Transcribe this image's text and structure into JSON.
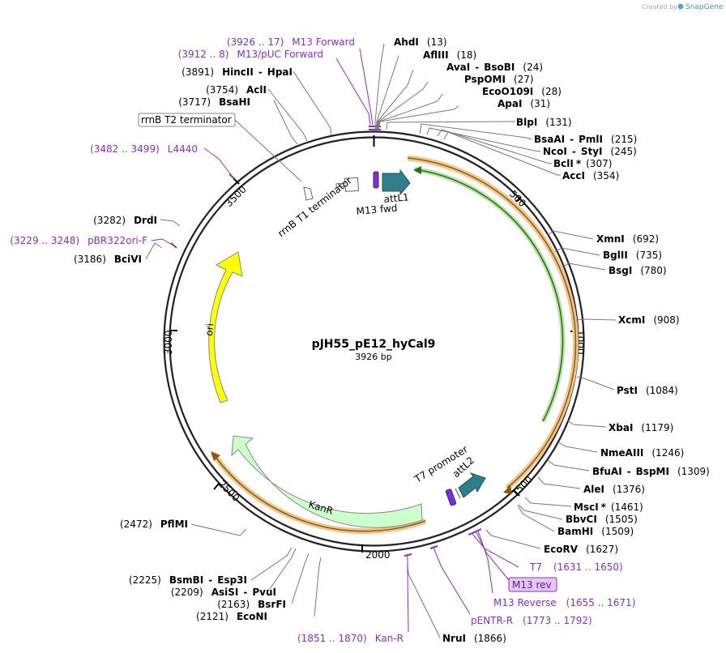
{
  "plasmid": {
    "name": "pJH55_pE12_hyCal9",
    "length": "3926 bp"
  },
  "watermark": "Created by",
  "brand": "SnapGene",
  "ticks": [
    "500",
    "1000",
    "1500",
    "2000",
    "2500",
    "3000",
    "3500"
  ],
  "features": {
    "rrnB_T1": "rrnB T1 terminator",
    "rrnB_T2": "rrnB T2 terminator",
    "attL1": "attL1",
    "m13_fwd": "M13 fwd",
    "ori": "ori",
    "kanR": "KanR",
    "t7_promoter": "T7 promoter",
    "attL2": "attL2"
  },
  "sites": [
    {
      "name": "AhdI",
      "pos": "(13)"
    },
    {
      "name": "AflIII",
      "pos": "(18)"
    },
    {
      "name": "AvaI",
      "sep": "-",
      "name2": "BsoBI",
      "pos": "(24)"
    },
    {
      "name": "PspOMI",
      "pos": "(27)"
    },
    {
      "name": "EcoO109I",
      "pos": "(28)"
    },
    {
      "name": "ApaI",
      "pos": "(31)"
    },
    {
      "name": "BlpI",
      "pos": "(131)"
    },
    {
      "name": "BsaAI",
      "sep": "-",
      "name2": "PmlI",
      "pos": "(215)"
    },
    {
      "name": "NcoI",
      "sep": "-",
      "name2": "StyI",
      "pos": "(245)"
    },
    {
      "name": "BclI",
      "star": "*",
      "pos": "(307)"
    },
    {
      "name": "AccI",
      "pos": "(354)"
    },
    {
      "name": "XmnI",
      "pos": "(692)"
    },
    {
      "name": "BglII",
      "pos": "(735)"
    },
    {
      "name": "BsgI",
      "pos": "(780)"
    },
    {
      "name": "XcmI",
      "pos": "(908)"
    },
    {
      "name": "PstI",
      "pos": "(1084)"
    },
    {
      "name": "XbaI",
      "pos": "(1179)"
    },
    {
      "name": "NmeAIII",
      "pos": "(1246)"
    },
    {
      "name": "BfuAI",
      "sep": "-",
      "name2": "BspMI",
      "pos": "(1309)"
    },
    {
      "name": "AleI",
      "pos": "(1376)"
    },
    {
      "name": "MscI",
      "star": "*",
      "pos": "(1461)"
    },
    {
      "name": "BbvCI",
      "pos": "(1505)"
    },
    {
      "name": "BamHI",
      "pos": "(1509)"
    },
    {
      "name": "EcoRV",
      "pos": "(1627)"
    },
    {
      "name": "NruI",
      "pos": "(1866)"
    },
    {
      "name": "EcoNI",
      "pos": "(2121)"
    },
    {
      "name": "BsrFI",
      "pos": "(2163)"
    },
    {
      "name": "AsiSI",
      "sep": "-",
      "name2": "PvuI",
      "pos": "(2209)"
    },
    {
      "name": "BsmBI",
      "sep": "-",
      "name2": "Esp3I",
      "pos": "(2225)"
    },
    {
      "name": "PflMI",
      "pos": "(2472)"
    },
    {
      "name": "BciVI",
      "pos": "(3186)"
    },
    {
      "name": "DrdI",
      "pos": "(3282)"
    },
    {
      "name": "BsaHI",
      "pos": "(3717)"
    },
    {
      "name": "AclI",
      "pos": "(3754)"
    },
    {
      "name": "HincII",
      "sep": "-",
      "name2": "HpaI",
      "pos": "(3891)"
    }
  ],
  "primers": [
    {
      "range": "(3926 .. 17)",
      "name": "M13 Forward"
    },
    {
      "range": "(3912 .. 8)",
      "name": "M13/pUC Forward"
    },
    {
      "range": "(3482 .. 3499)",
      "name": "L4440"
    },
    {
      "range": "(3229 .. 3248)",
      "name": "pBR322ori-F"
    },
    {
      "name": "T7",
      "range": "(1631 .. 1650)"
    },
    {
      "name": "M13 rev"
    },
    {
      "name": "M13 Reverse",
      "range": "(1655 .. 1671)"
    },
    {
      "name": "pENTR-R",
      "range": "(1773 .. 1792)"
    },
    {
      "range": "(1851 .. 1870)",
      "name": "Kan-R"
    }
  ],
  "colors": {
    "backbone": "#222222",
    "primer": "#8e2dc5",
    "orange_feature": "#f3a536",
    "green_feature": "#4e9d2c",
    "ori": "#ffff00",
    "kanR": "#ccffcc",
    "att": "#2f7e8c"
  }
}
